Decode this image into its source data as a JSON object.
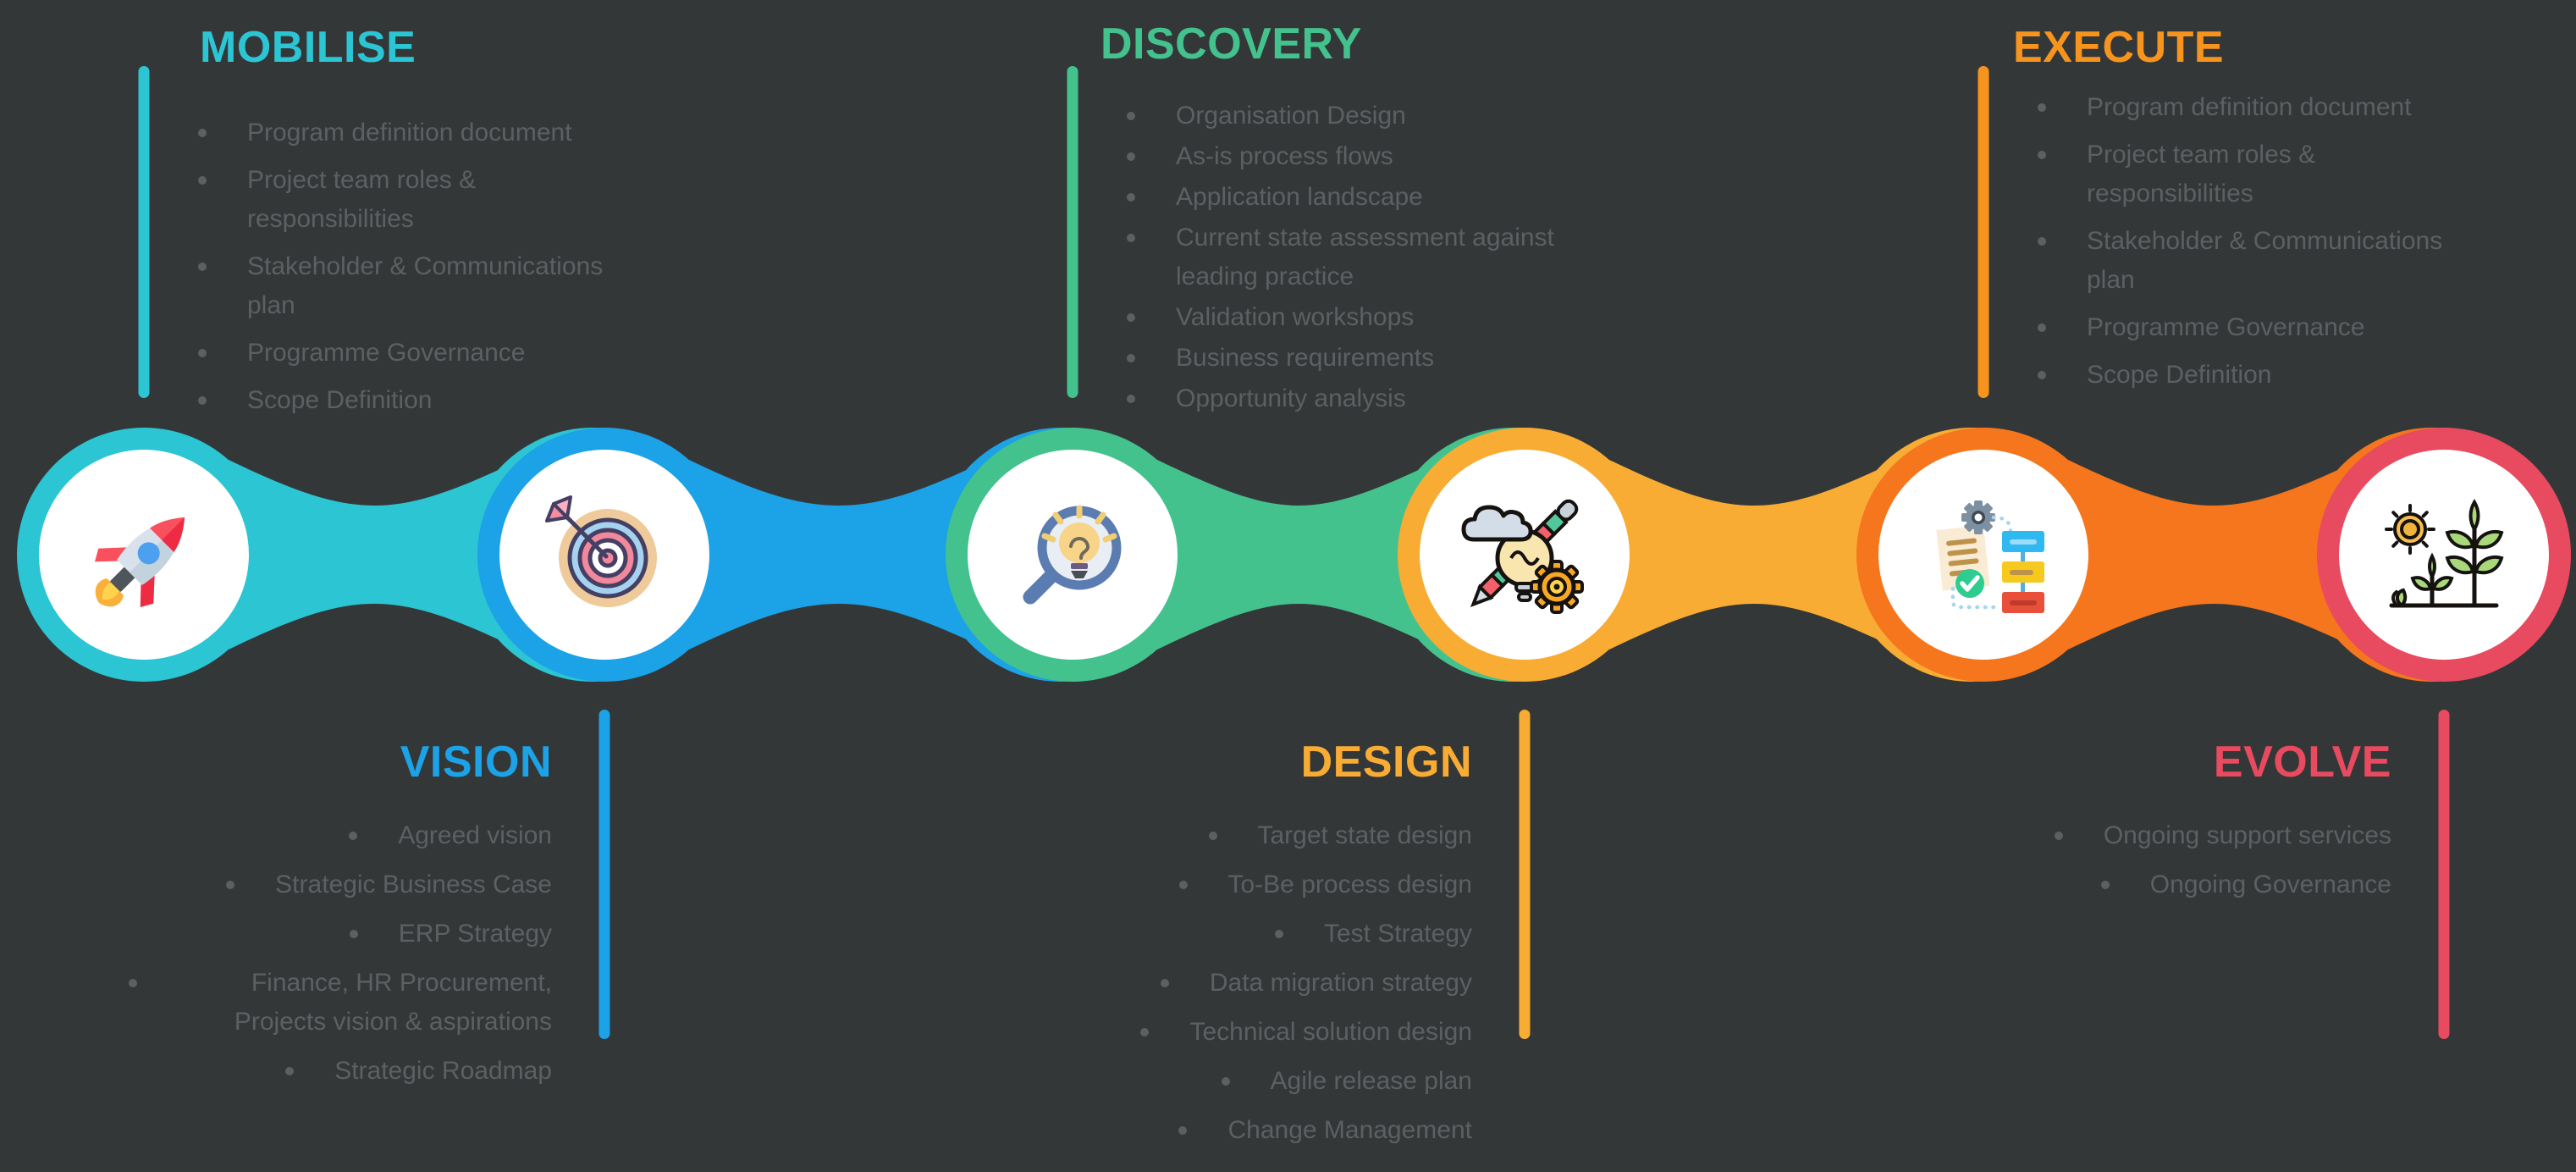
{
  "background": "#343738",
  "bullet_text_color": "#5C6063",
  "phases": [
    {
      "id": "mobilise",
      "label": "MOBILISE",
      "color": "#2BC5D3",
      "icon": "rocket-icon",
      "position": "top",
      "items": [
        "Program definition document",
        "Project team roles & responsibilities",
        "Stakeholder & Communications plan",
        "Programme Governance",
        "Scope Definition"
      ]
    },
    {
      "id": "vision",
      "label": "VISION",
      "color": "#1CA2E6",
      "icon": "target-arrow-icon",
      "position": "bottom",
      "items": [
        "Agreed vision",
        "Strategic Business Case",
        "ERP Strategy",
        "Finance, HR Procurement, Projects vision & aspirations",
        "Strategic Roadmap"
      ]
    },
    {
      "id": "discovery",
      "label": "DISCOVERY",
      "color": "#44C28E",
      "icon": "magnifier-bulb-icon",
      "position": "top",
      "items": [
        "Organisation Design",
        "As-is process flows",
        "Application landscape",
        "Current state assessment  against leading practice",
        "Validation workshops",
        "Business requirements",
        "Opportunity analysis"
      ]
    },
    {
      "id": "design",
      "label": "DESIGN",
      "color": "#F9AC33",
      "icon": "pencil-idea-gear-icon",
      "position": "bottom",
      "items": [
        "Target state design",
        "To-Be process design",
        "Test Strategy",
        "Data migration strategy",
        "Technical solution design",
        "Agile release plan",
        "Change Management"
      ]
    },
    {
      "id": "execute",
      "label": "EXECUTE",
      "color": "#F5761D",
      "title_color": "#F7941D",
      "icon": "document-gear-flowchart-icon",
      "position": "top",
      "items": [
        "Program definition document",
        "Project team roles & responsibilities",
        "Stakeholder & Communications plan",
        "Programme Governance",
        "Scope Definition"
      ]
    },
    {
      "id": "evolve",
      "label": "EVOLVE",
      "color": "#E84A5F",
      "icon": "plant-growth-icon",
      "position": "bottom",
      "items": [
        "Ongoing support services",
        "Ongoing Governance"
      ]
    }
  ]
}
